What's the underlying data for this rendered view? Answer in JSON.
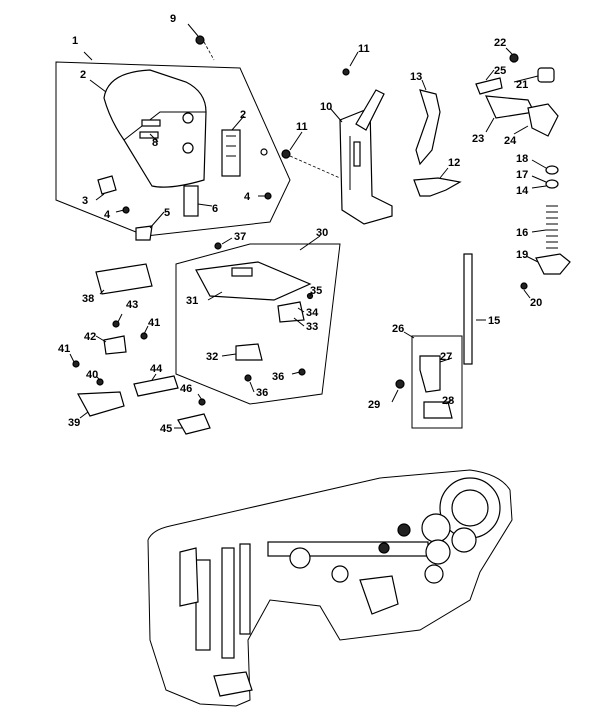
{
  "callouts": [
    "1",
    "2",
    "2",
    "3",
    "4",
    "4",
    "5",
    "6",
    "8",
    "9",
    "10",
    "11",
    "11",
    "12",
    "13",
    "14",
    "15",
    "16",
    "17",
    "18",
    "19",
    "20",
    "21",
    "22",
    "23",
    "24",
    "25",
    "26",
    "27",
    "28",
    "29",
    "30",
    "31",
    "32",
    "33",
    "34",
    "35",
    "36",
    "36",
    "37",
    "38",
    "39",
    "40",
    "41",
    "41",
    "42",
    "43",
    "44",
    "45",
    "46"
  ],
  "colors": {
    "ink": "#000000",
    "paper": "#ffffff"
  }
}
